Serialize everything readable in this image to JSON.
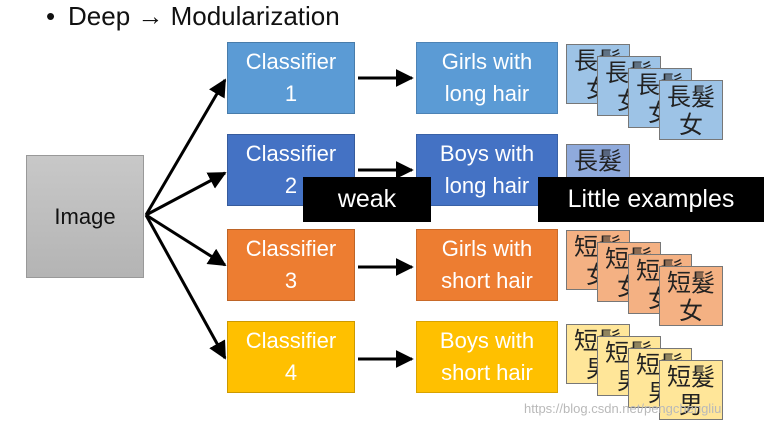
{
  "title": "Deep → Modularization",
  "image_label": "Image",
  "classifiers": [
    {
      "label": "Classifier\n1",
      "color": "#5b9bd5"
    },
    {
      "label": "Classifier\n2",
      "color": "#4472c4"
    },
    {
      "label": "Classifier\n3",
      "color": "#ed7d31"
    },
    {
      "label": "Classifier\n4",
      "color": "#ffc000"
    }
  ],
  "classes": [
    {
      "label": "Girls with\nlong hair",
      "color": "#5b9bd5"
    },
    {
      "label": "Boys with\nlong hair",
      "color": "#4472c4"
    },
    {
      "label": "Girls with\nshort hair",
      "color": "#ed7d31"
    },
    {
      "label": "Boys with\nshort hair",
      "color": "#ffc000"
    }
  ],
  "cards": [
    {
      "text": "長髮\n女",
      "color": "#9dc3e6",
      "count": 4
    },
    {
      "text": "長髮\n男",
      "color": "#8faadc",
      "count": 1
    },
    {
      "text": "短髮\n女",
      "color": "#f4b183",
      "count": 4
    },
    {
      "text": "短髮\n男",
      "color": "#ffe699",
      "count": 4
    }
  ],
  "overlays": {
    "weak": "weak",
    "little": "Little examples"
  },
  "watermark": "https://blog.csdn.net/pengchengliu"
}
